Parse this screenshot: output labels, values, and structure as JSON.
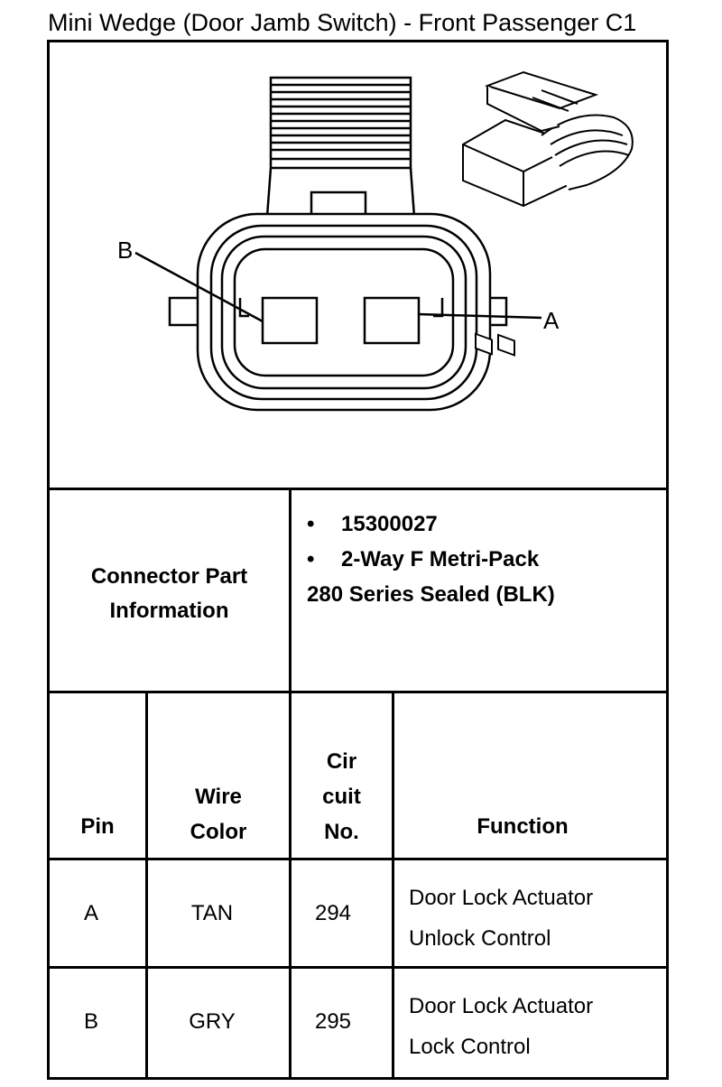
{
  "title": "Mini Wedge (Door Jamb Switch) - Front Passenger C1",
  "diagram": {
    "pin_labels": [
      "B",
      "A"
    ]
  },
  "part_info": {
    "label_line1": "Connector Part",
    "label_line2": "Information",
    "bullet_symbol": "•",
    "items": [
      "15300027",
      "2-Way F Metri-Pack"
    ],
    "continuation": "280 Series Sealed (BLK)"
  },
  "table": {
    "headers": {
      "pin": "Pin",
      "wire_color_line1": "Wire",
      "wire_color_line2": "Color",
      "circuit_line1": "Cir",
      "circuit_line2": "cuit",
      "circuit_line3": "No.",
      "function": "Function"
    },
    "rows": [
      {
        "pin": "A",
        "wire_color": "TAN",
        "circuit": "294",
        "function_line1": "Door Lock Actuator",
        "function_line2": "Unlock Control"
      },
      {
        "pin": "B",
        "wire_color": "GRY",
        "circuit": "295",
        "function_line1": "Door Lock Actuator",
        "function_line2": "Lock Control"
      }
    ]
  }
}
